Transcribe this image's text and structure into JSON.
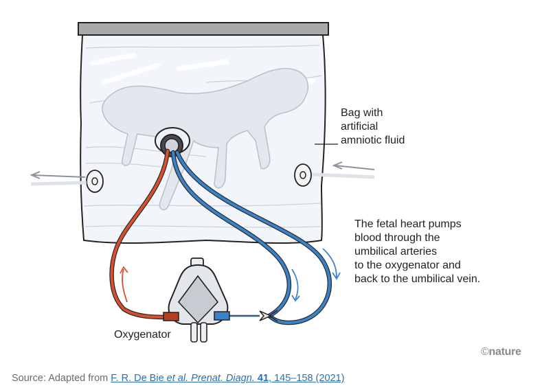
{
  "labels": {
    "bag": [
      "Bag with",
      "artificial",
      "amniotic fluid"
    ],
    "description": [
      "The fetal heart pumps",
      "blood through the",
      "umbilical arteries",
      "to the oxygenator and",
      "back to the umbilical vein."
    ],
    "oxygenator": "Oxygenator"
  },
  "credit": {
    "symbol": "©",
    "word": "nature"
  },
  "source": {
    "prefix": "Source: Adapted from ",
    "authors": "F. R. De Bie ",
    "etal": "et al.",
    "journal": " Prenat. Diagn.",
    "space": " ",
    "volume": "41",
    "pages": ", 145–158 (2021)"
  },
  "colors": {
    "artery_red": "#d9502f",
    "vein_blue": "#3a82c9",
    "bag_fill": "#f3f6fa",
    "outline": "#222222",
    "frame": "#9a9a9a",
    "arrow_gray": "#7d8791"
  }
}
